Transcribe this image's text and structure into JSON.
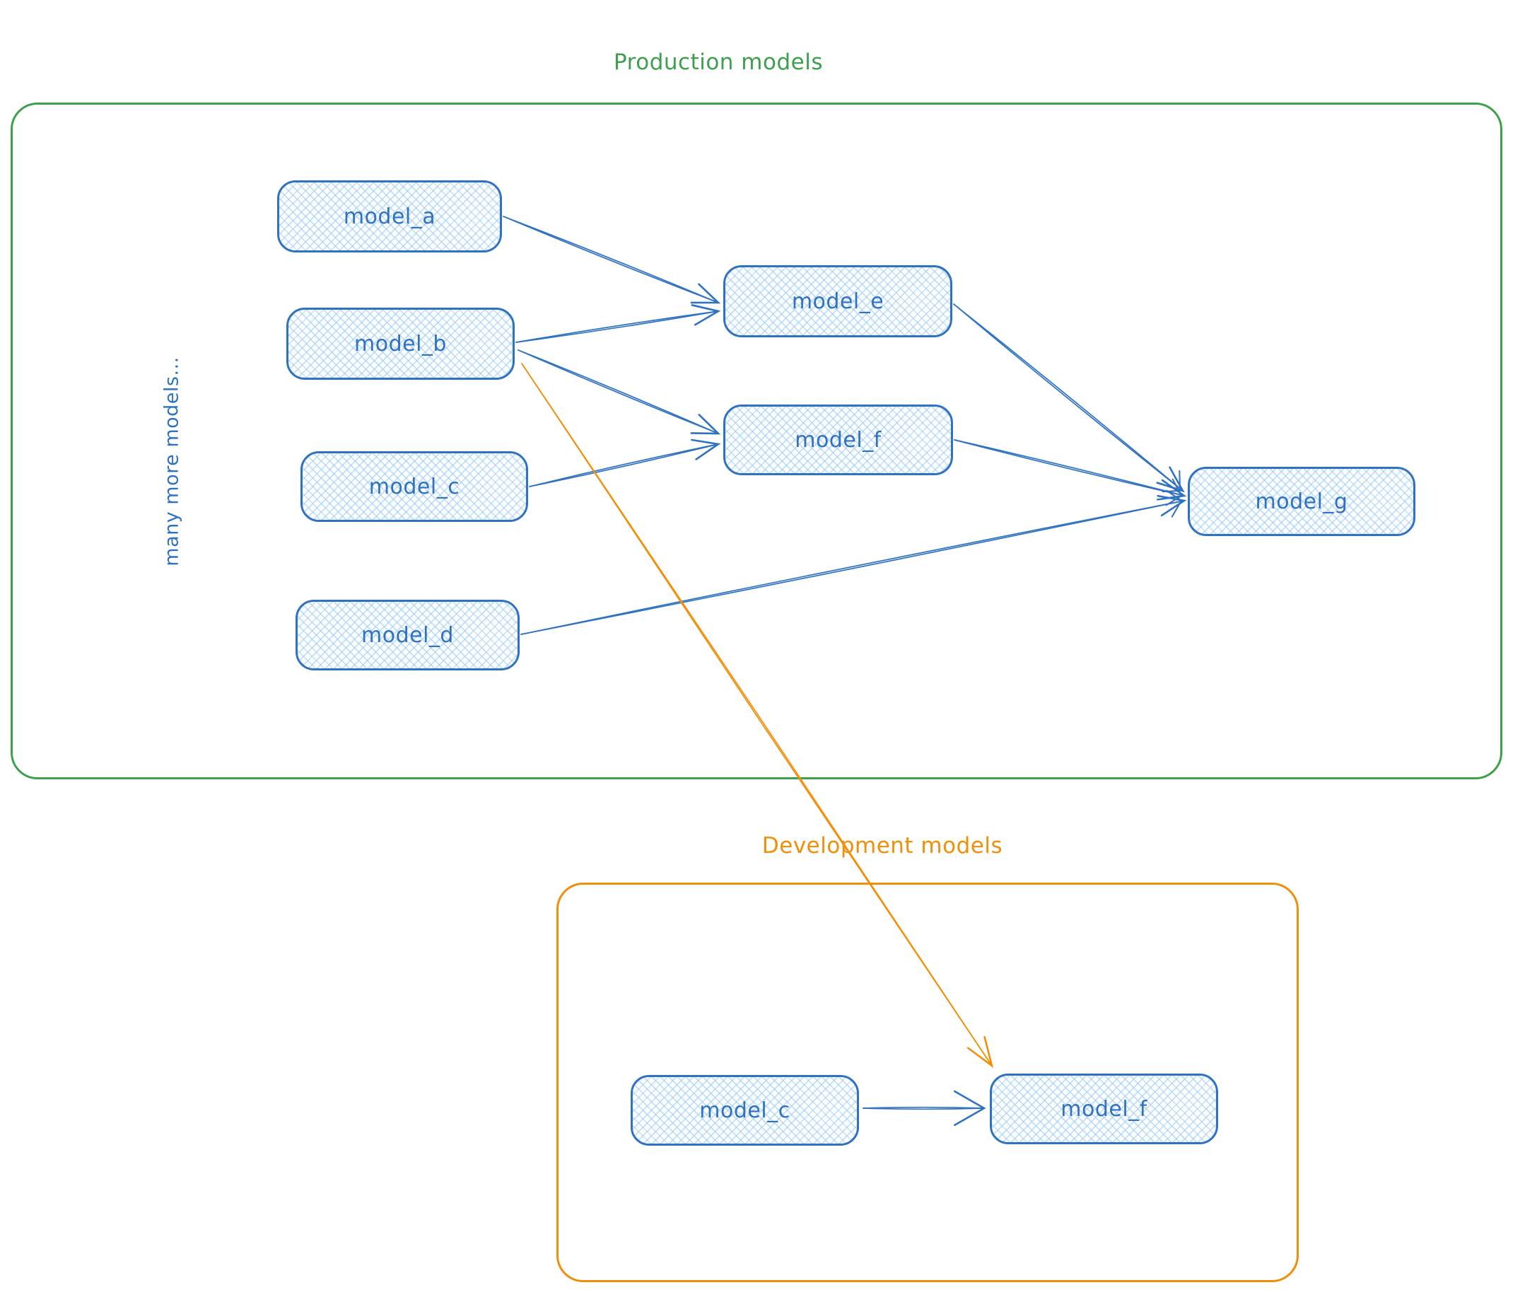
{
  "diagram": {
    "titles": {
      "production": "Production models",
      "development": "Development models"
    },
    "side_label": "many more models...",
    "colors": {
      "blue": "#2f72c2",
      "green": "#3da04c",
      "orange": "#f0900a",
      "node_fill_hatch": "#93c7f2"
    },
    "nodes": [
      {
        "id": "prod_a",
        "label": "model_a"
      },
      {
        "id": "prod_b",
        "label": "model_b"
      },
      {
        "id": "prod_c",
        "label": "model_c"
      },
      {
        "id": "prod_d",
        "label": "model_d"
      },
      {
        "id": "prod_e",
        "label": "model_e"
      },
      {
        "id": "prod_f",
        "label": "model_f"
      },
      {
        "id": "prod_g",
        "label": "model_g"
      },
      {
        "id": "dev_c",
        "label": "model_c"
      },
      {
        "id": "dev_f",
        "label": "model_f"
      }
    ],
    "edges": [
      {
        "from": "prod_a",
        "to": "prod_e",
        "color": "blue"
      },
      {
        "from": "prod_b",
        "to": "prod_e",
        "color": "blue"
      },
      {
        "from": "prod_b",
        "to": "prod_f",
        "color": "blue"
      },
      {
        "from": "prod_c",
        "to": "prod_f",
        "color": "blue"
      },
      {
        "from": "prod_e",
        "to": "prod_g",
        "color": "blue"
      },
      {
        "from": "prod_f",
        "to": "prod_g",
        "color": "blue"
      },
      {
        "from": "prod_d",
        "to": "prod_g",
        "color": "blue"
      },
      {
        "from": "dev_c",
        "to": "dev_f",
        "color": "blue"
      },
      {
        "from": "prod_b",
        "to": "dev_f",
        "color": "orange"
      }
    ]
  }
}
